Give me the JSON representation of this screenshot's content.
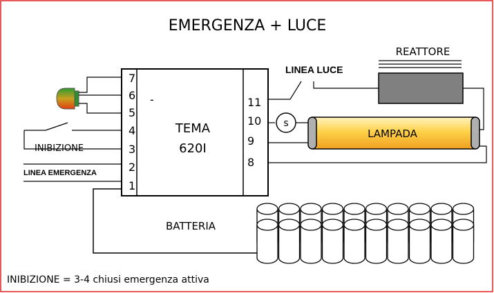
{
  "title": "EMERGENZA + LUCE",
  "module": {
    "name_line1": "TEMA",
    "name_line2": "620I",
    "dash": "-",
    "left_pins": [
      "7",
      "6",
      "5",
      "4",
      "3",
      "2",
      "1"
    ],
    "right_pins": [
      "11",
      "10",
      "9",
      "8"
    ]
  },
  "labels": {
    "linea_luce": "LINEA LUCE",
    "reattore": "REATTORE",
    "lampada": "LAMPADA",
    "sensor": "s",
    "inibizione": "INIBIZIONE",
    "linea_emergenza": "LINEA EMERGENZA",
    "batteria": "BATTERIA"
  },
  "footnote": "INIBIZIONE = 3-4 chiusi emergenza attiva",
  "colors": {
    "frame": "#e02020",
    "reactor": "#808080",
    "lamp_body": "#ffd75a",
    "led_top": "#33a033",
    "led_bottom": "#e05010"
  }
}
